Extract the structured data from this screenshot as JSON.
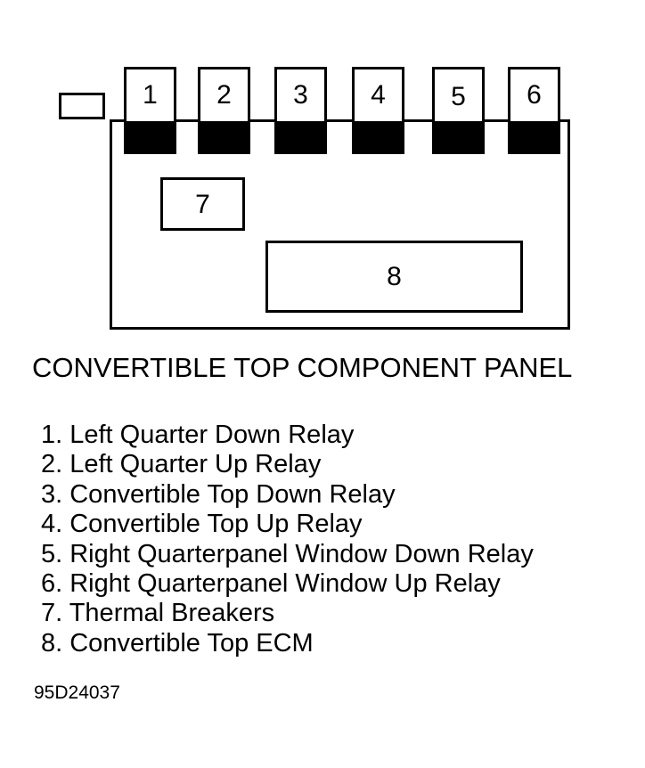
{
  "diagram": {
    "relays": [
      "1",
      "2",
      "3",
      "4",
      "5",
      "6"
    ],
    "thermal_label": "7",
    "ecm_label": "8"
  },
  "title": "CONVERTIBLE TOP COMPONENT PANEL",
  "legend": [
    "1. Left Quarter Down Relay",
    "2. Left Quarter Up Relay",
    "3. Convertible Top Down Relay",
    "4. Convertible Top Up Relay",
    "5. Right Quarterpanel Window Down Relay",
    "6. Right Quarterpanel Window Up Relay",
    "7. Thermal Breakers",
    "8. Convertible Top ECM"
  ],
  "figure_code": "95D24037"
}
